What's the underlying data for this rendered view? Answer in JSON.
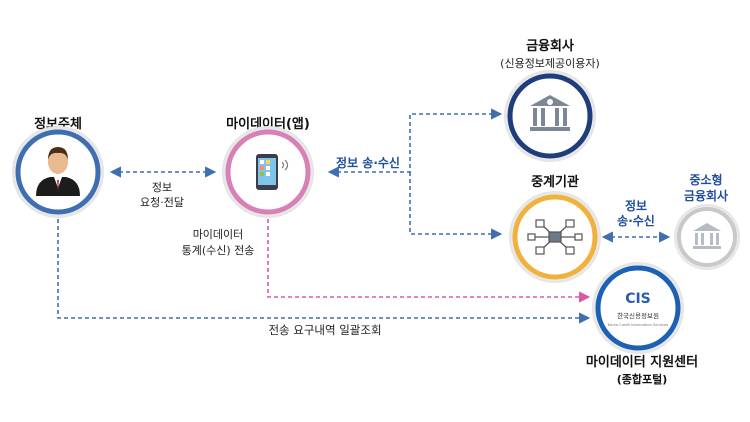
{
  "nodes": {
    "subject": {
      "label": "정보주체"
    },
    "app": {
      "label": "마이데이터(앱)"
    },
    "finance": {
      "label": "금융회사",
      "sublabel": "(신용정보제공이용자)"
    },
    "broker": {
      "label": "중계기관"
    },
    "smallfin": {
      "label_line1": "중소형",
      "label_line2": "금융회사"
    },
    "center": {
      "label": "마이데이터 지원센터",
      "sublabel": "(종합포털)",
      "logo_text": "CIS",
      "logo_caption": "한국신용정보원",
      "logo_subcaption": "Korea Credit Information Services"
    }
  },
  "edges": {
    "subject_app": {
      "line1": "정보",
      "line2": "요청·전달"
    },
    "app_center": {
      "line1": "마이데이터",
      "line2": "통계(수신) 전송"
    },
    "app_finance": {
      "label": "정보 송·수신"
    },
    "broker_small": {
      "line1": "정보",
      "line2": "송·수신"
    },
    "subject_center": {
      "label": "전송 요구내역 일괄조회"
    }
  },
  "colors": {
    "subject_ring": "#3f6fb0",
    "app_ring": "#d681b8",
    "finance_ring": "#1d3d7c",
    "broker_ring": "#f0b23c",
    "smallfin_ring": "#c9c9c9",
    "center_ring": "#1c61b3",
    "dash_blue": "#3f6fb0",
    "dash_pink": "#d65aa8"
  },
  "icons": {
    "subject": "person-icon",
    "app": "smartphone-icon",
    "finance": "bank-icon",
    "broker": "network-hub-icon",
    "smallfin": "bank-icon"
  }
}
